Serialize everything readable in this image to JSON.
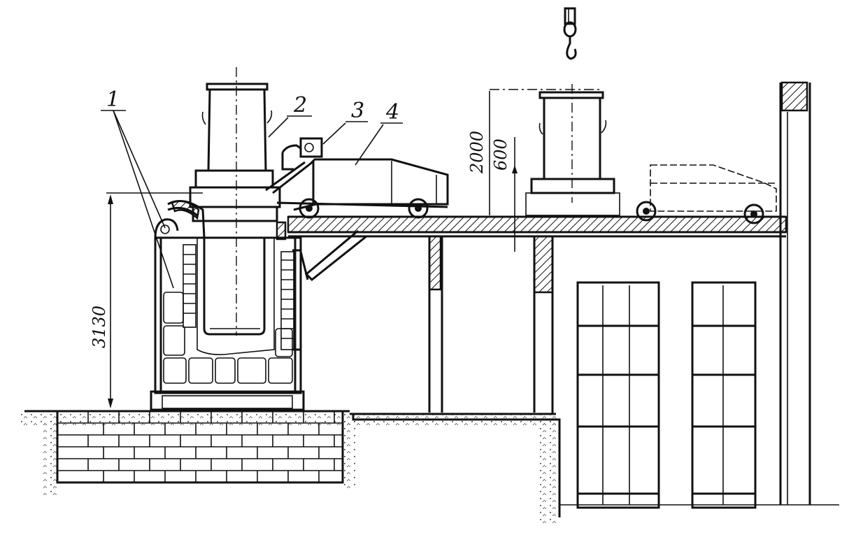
{
  "labels": {
    "l1": "1",
    "l2": "2",
    "l3": "3",
    "l4": "4"
  },
  "dimensions": {
    "height_furnace": "3130",
    "height_lift": "2000",
    "height_small": "600"
  }
}
